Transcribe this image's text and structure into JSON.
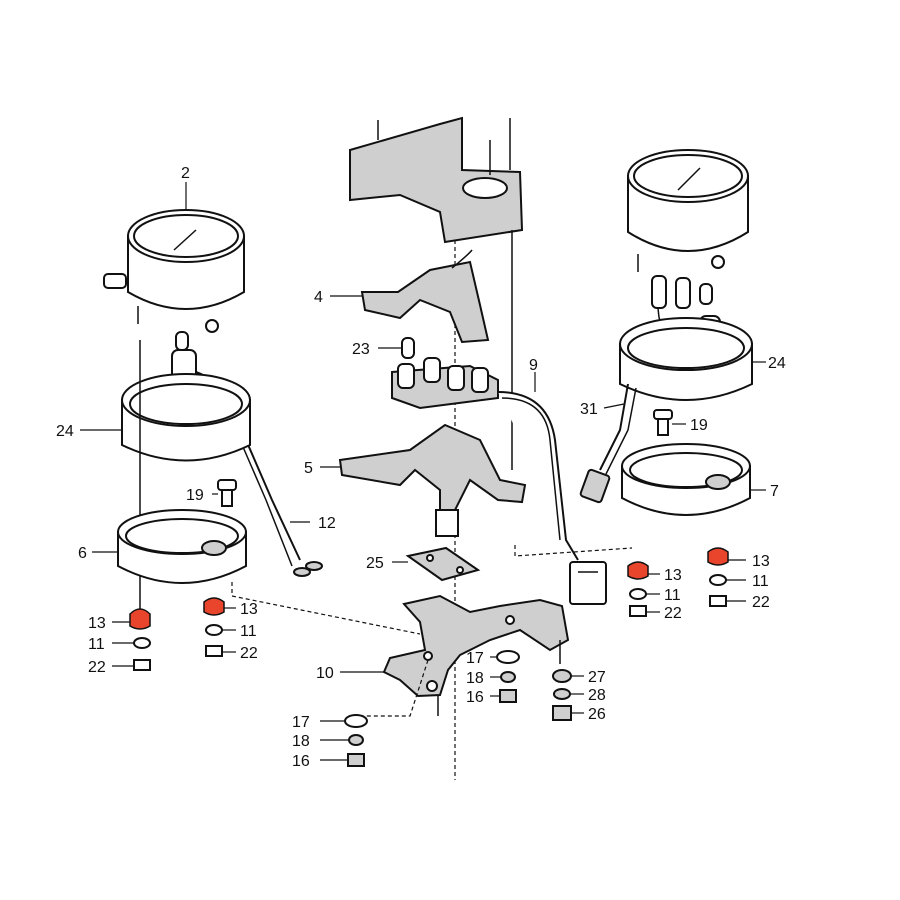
{
  "callouts": {
    "p2": "2",
    "p4": "4",
    "p23": "23",
    "p9": "9",
    "p24_left": "24",
    "p24_right": "24",
    "p31": "31",
    "p19_right": "19",
    "p5": "5",
    "p7": "7",
    "p19_left": "19",
    "p12": "12",
    "p6": "6",
    "p25": "25",
    "p13_center": "13",
    "p13_right": "13",
    "p11_center": "11",
    "p11_right": "11",
    "p22_center": "22",
    "p22_right": "22",
    "p13_left_a": "13",
    "p13_left_b": "13",
    "p11_left_a": "11",
    "p11_left_b": "11",
    "p22_left_a": "22",
    "p22_left_b": "22",
    "p17_upper": "17",
    "p18_upper": "18",
    "p16_upper": "16",
    "p27": "27",
    "p28": "28",
    "p26": "26",
    "p10": "10",
    "p17_lower": "17",
    "p18_lower": "18",
    "p16_lower": "16"
  },
  "colors": {
    "highlight": "#e8452c",
    "line": "#111111",
    "shade": "#cfcfcf",
    "background": "#ffffff"
  }
}
